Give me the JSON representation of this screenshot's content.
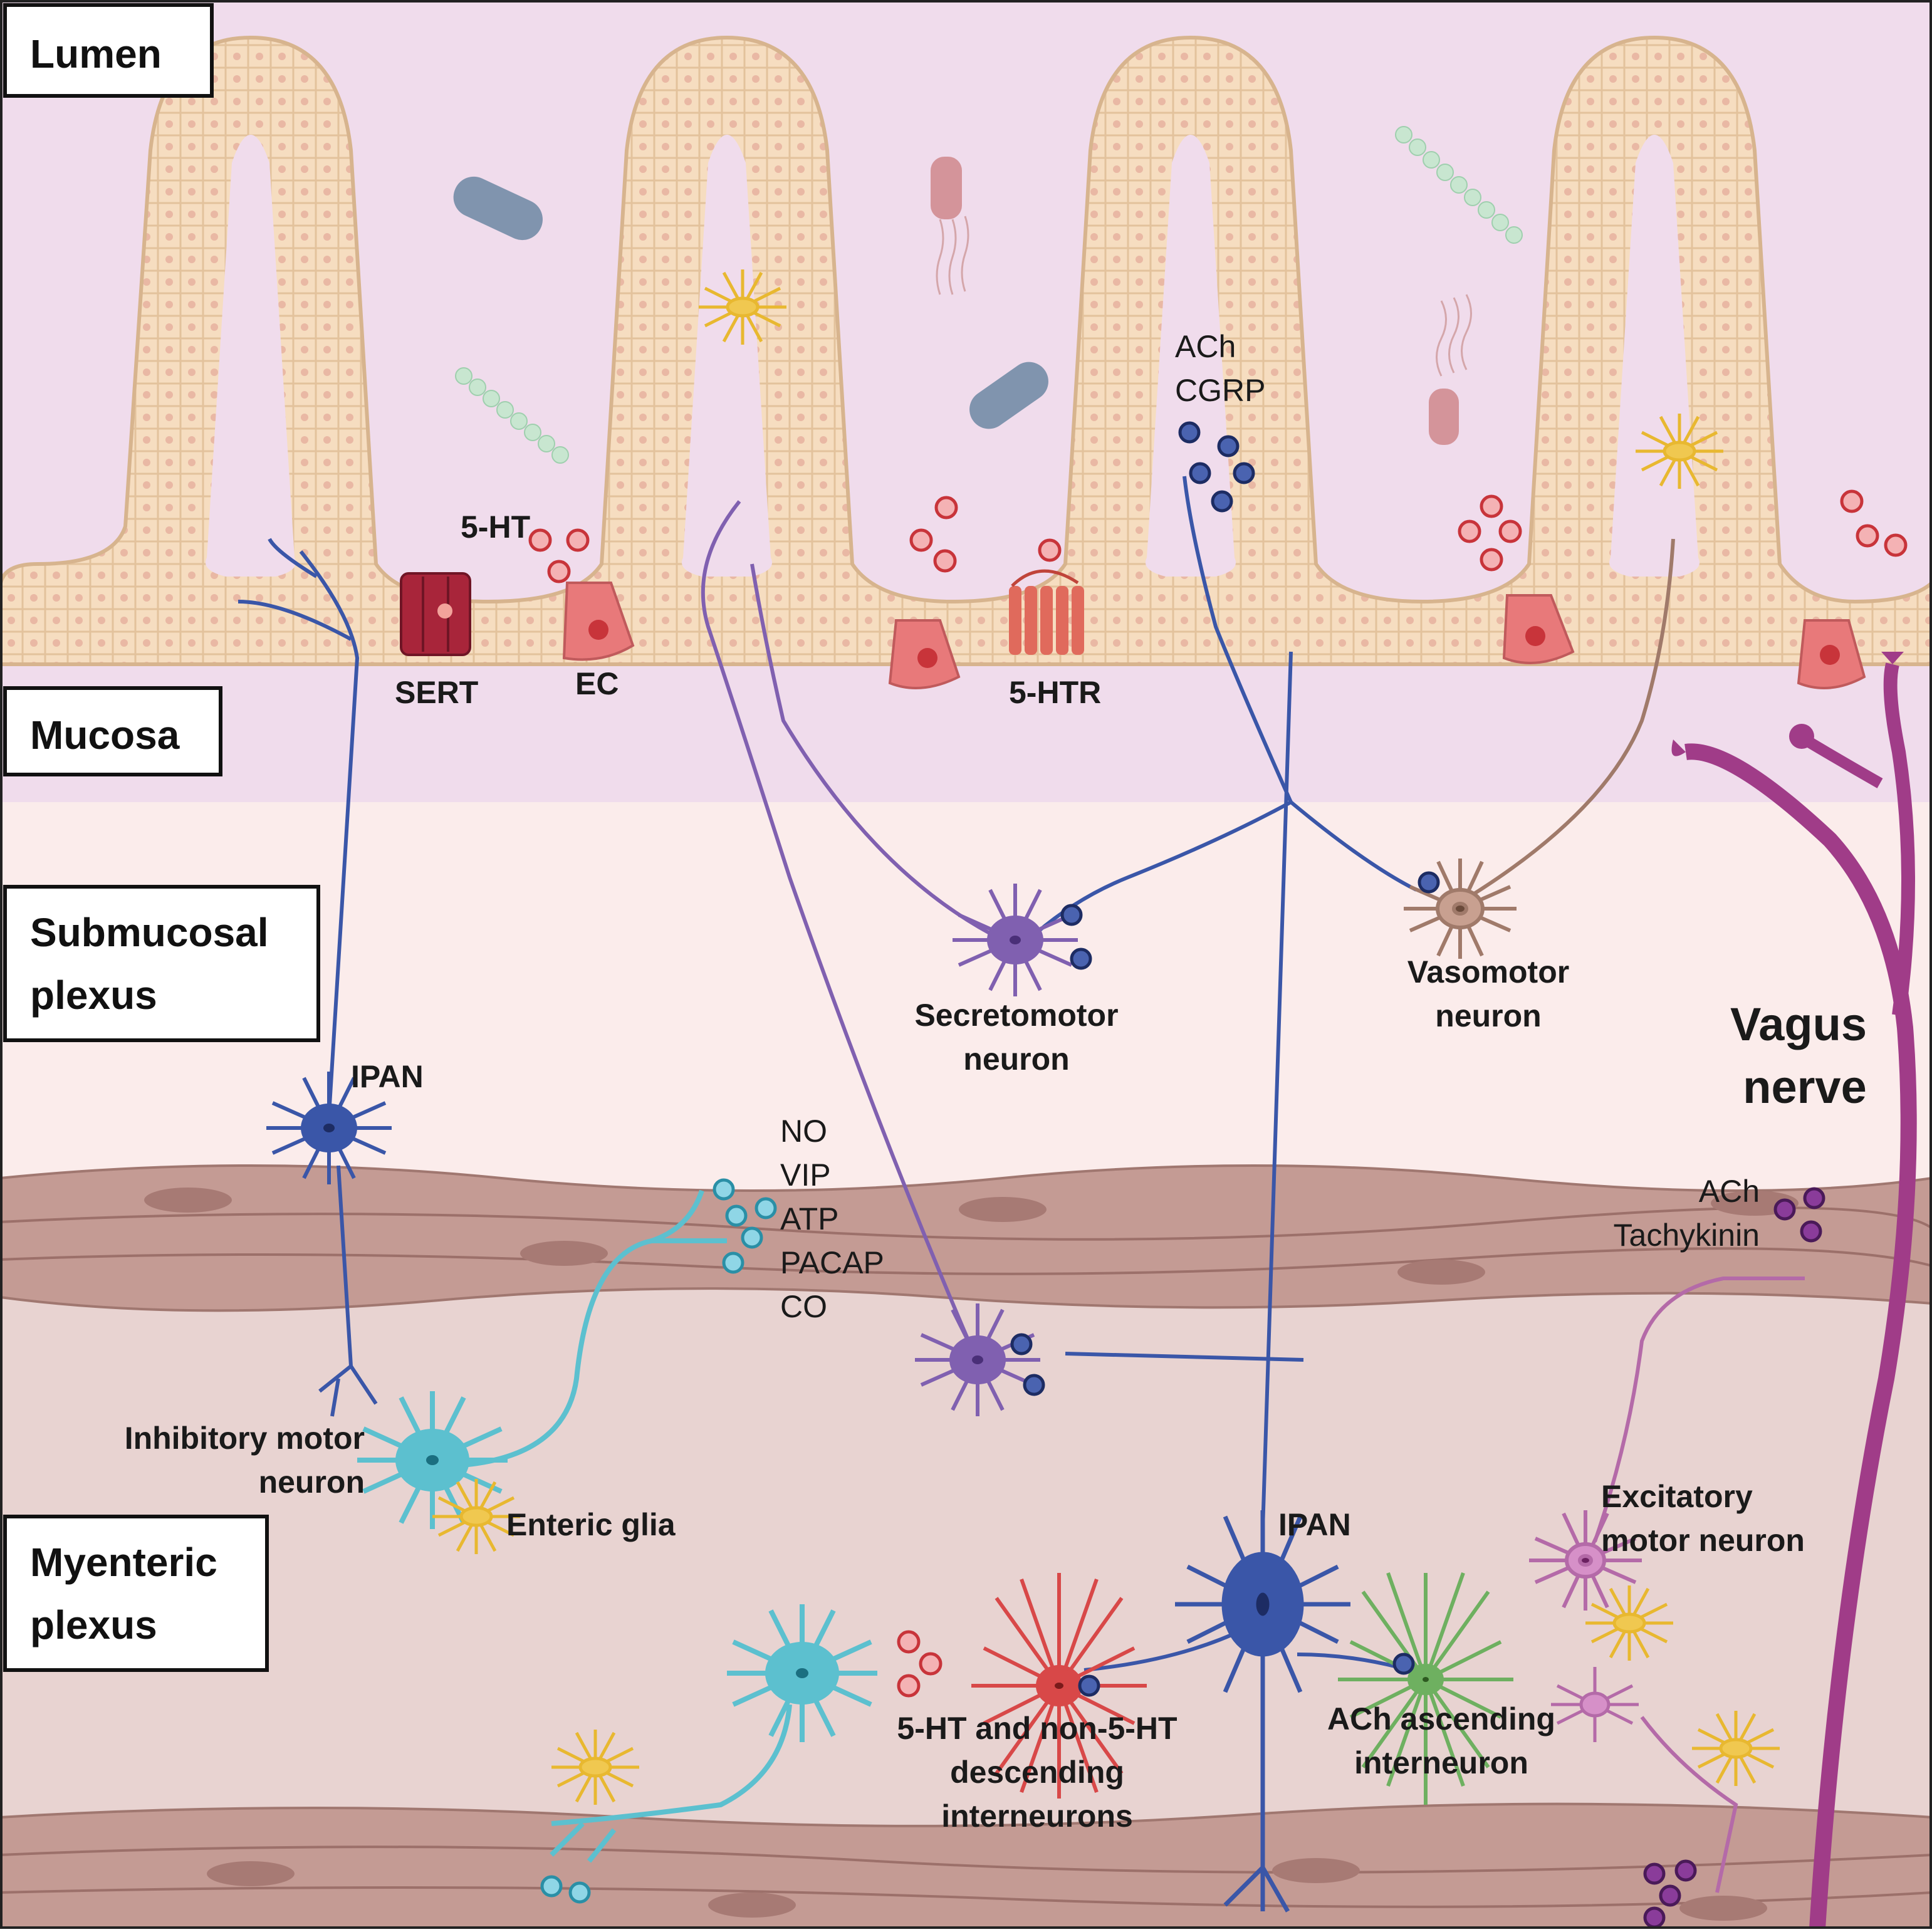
{
  "regions": {
    "lumen": "Lumen",
    "mucosa": "Mucosa",
    "submucosal": [
      "Submucosal",
      "plexus"
    ],
    "myenteric": [
      "Myenteric",
      "plexus"
    ]
  },
  "labels": {
    "five_ht": "5-HT",
    "sert": "SERT",
    "ec": "EC",
    "five_htr": "5-HTR",
    "ach_cgrp": [
      "ACh",
      "CGRP"
    ],
    "ipan_submucosal": "IPAN",
    "ipan_myenteric": "IPAN",
    "secretomotor": [
      "Secretomotor",
      "neuron"
    ],
    "vasomotor": [
      "Vasomotor",
      "neuron"
    ],
    "vagus": [
      "Vagus",
      "nerve"
    ],
    "inhibitory_mediators": [
      "NO",
      "VIP",
      "ATP",
      "PACAP",
      "CO"
    ],
    "excitatory_mediators": [
      "ACh",
      "Tachykinin"
    ],
    "inhibitory_motor": [
      "Inhibitory motor",
      "neuron"
    ],
    "enteric_glia": "Enteric glia",
    "excitatory_motor": [
      "Excitatory",
      "motor neuron"
    ],
    "descending": [
      "5-HT and non-5-HT",
      "descending",
      "interneurons"
    ],
    "ascending": [
      "ACh ascending",
      "interneuron"
    ]
  },
  "colors": {
    "lumen_bg": "#f0dcec",
    "submucosa_bg": "#fbeceb",
    "muscle_bg": "#e8d3d1",
    "muscle_band": "#b58a85",
    "epithelium": "#f6ddc0",
    "serotonin": "#e8808a",
    "ach_vesicle": "#4a63b0",
    "mediator_vesicle": "#8fd6e6",
    "tachykinin_vesicle": "#8a3c9a",
    "ipan": "#3a56a8",
    "secretomotor": "#8060b0",
    "vasomotor": "#a07a6a",
    "inhibitory": "#5cc0cf",
    "descending": "#d84848",
    "ascending": "#6eb060",
    "excitatory": "#b46aa8",
    "vagus": "#a03c88",
    "glia": "#e8b830"
  }
}
